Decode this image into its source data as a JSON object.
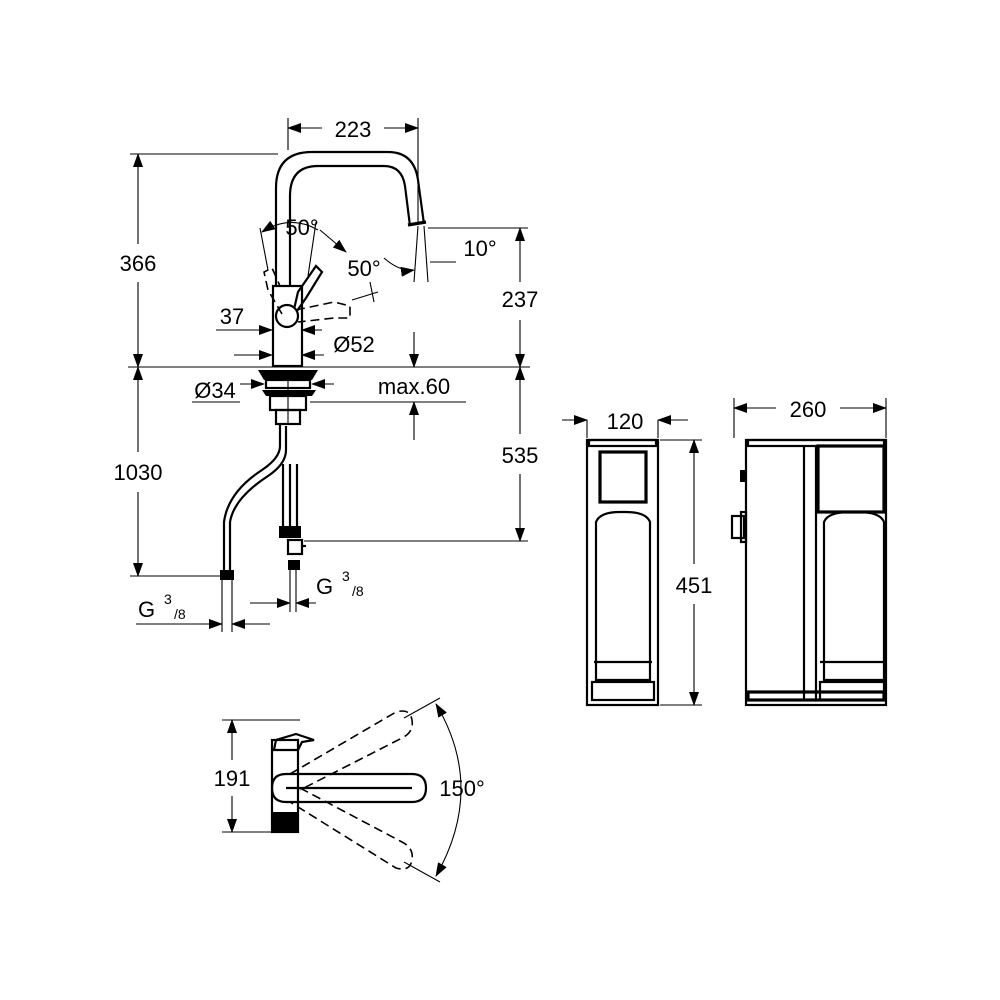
{
  "labels": {
    "spout_reach": "223",
    "total_height": "366",
    "lever_angle_top": "50°",
    "lever_angle_right": "50°",
    "spout_tilt": "10°",
    "spout_height": "237",
    "lever_offset": "37",
    "body_diameter": "Ø52",
    "hole_diameter": "Ø34",
    "max_thickness": "max.60",
    "hose_length": "1030",
    "below_deck": "535",
    "connection_left": "G",
    "connection_right": "G",
    "thread_num": "3",
    "thread_den": "/8",
    "chiller_width": "120",
    "chiller_depth": "260",
    "chiller_height": "451",
    "plan_offset": "191",
    "swivel_angle": "150°"
  }
}
